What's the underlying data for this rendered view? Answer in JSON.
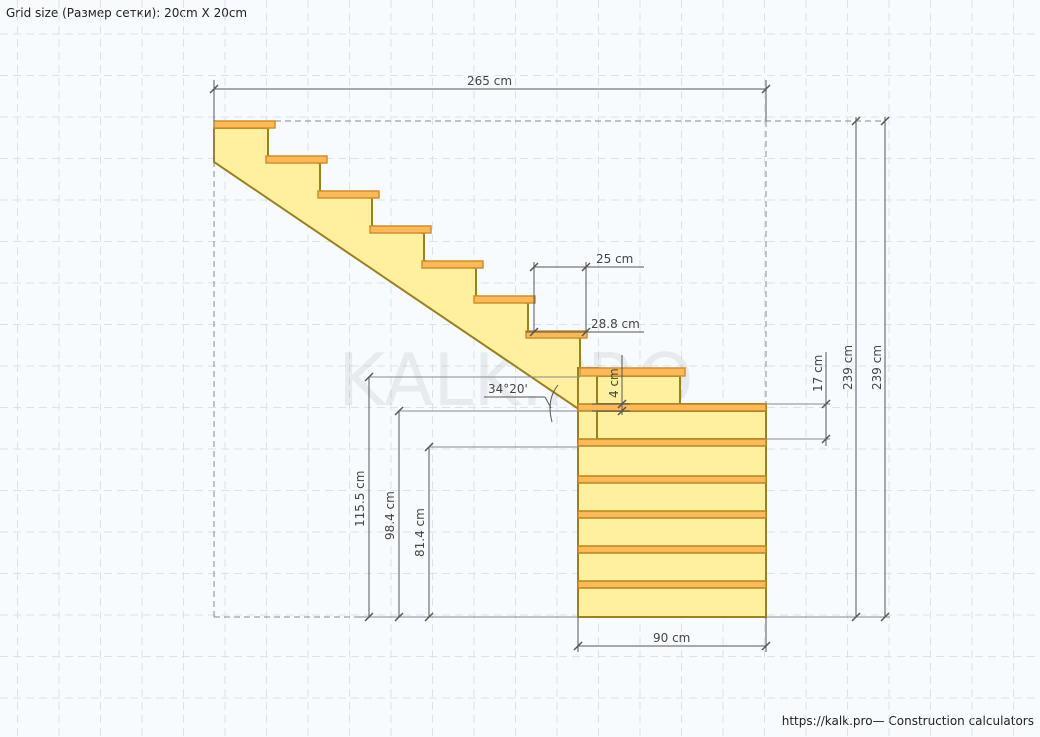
{
  "header": {
    "grid_size": "Grid size (Размер сетки): 20cm X 20cm"
  },
  "footer": {
    "credit": "https://kalk.pro— Construction calculators"
  },
  "watermark": "KALK.PRO",
  "dimensions": {
    "total_length": "265 cm",
    "total_height_1": "239 cm",
    "total_height_2": "239 cm",
    "landing_width": "90 cm",
    "tread_depth": "25 cm",
    "step_going": "28.8 cm",
    "riser": "17 cm",
    "tread_thickness": "4 cm",
    "angle": "34°20'",
    "height_1": "115.5 cm",
    "height_2": "98.4 cm",
    "height_3": "81.4 cm"
  },
  "colors": {
    "tread": "#fbb95a",
    "stringer": "#fff0a0",
    "outline": "#9a8020",
    "grid": "#dde2ea"
  }
}
